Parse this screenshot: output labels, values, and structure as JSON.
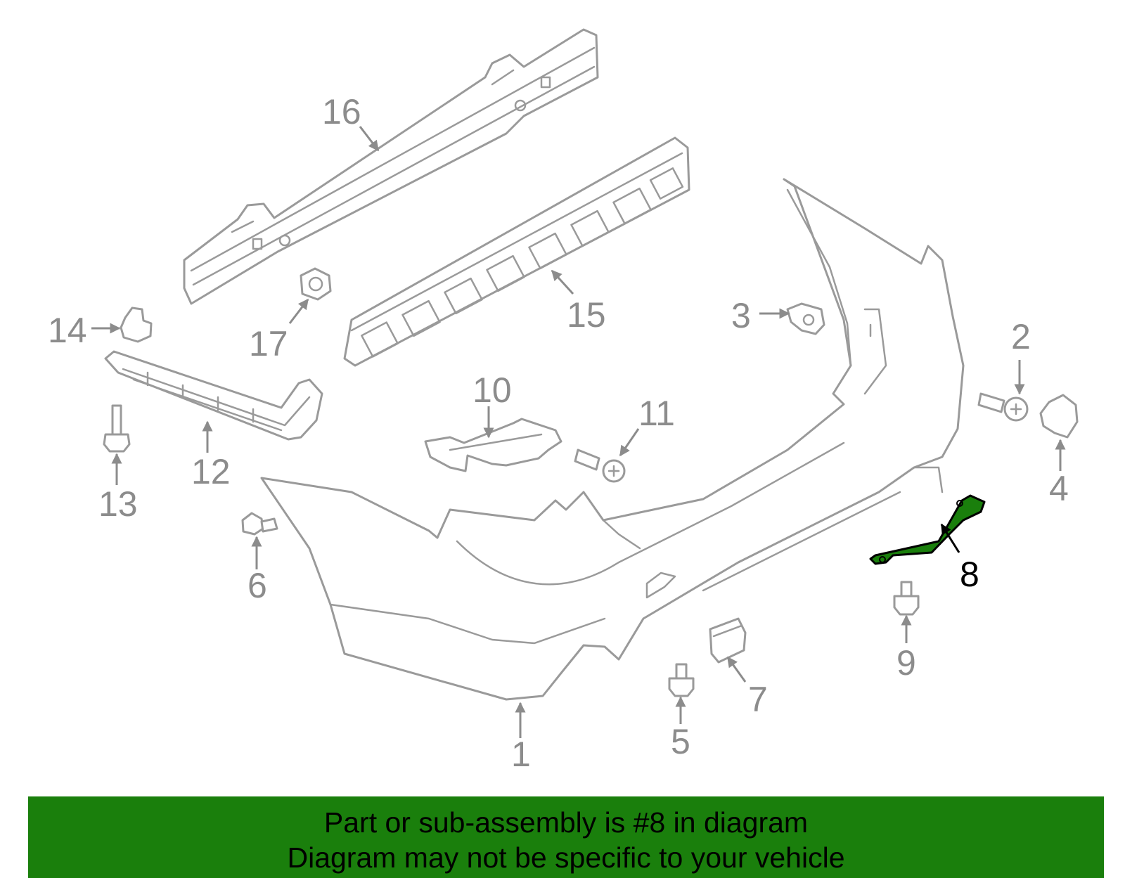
{
  "diagram": {
    "highlight_color": "#1a7f0c",
    "line_color": "#9a9a9a",
    "callouts": [
      "1",
      "2",
      "3",
      "4",
      "5",
      "6",
      "7",
      "8",
      "9",
      "10",
      "11",
      "12",
      "13",
      "14",
      "15",
      "16",
      "17"
    ],
    "highlighted_callout": "8"
  },
  "banner": {
    "background": "#1a7f0c",
    "line1": "Part or sub-assembly is #8 in diagram",
    "line2": "Diagram may not be specific to your vehicle"
  }
}
